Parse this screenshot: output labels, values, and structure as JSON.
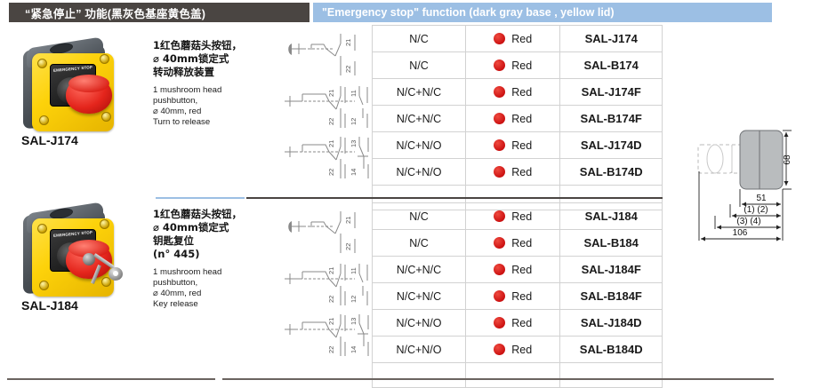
{
  "header": {
    "title_cn": "“紧急停止” 功能(黑灰色基座黄色盖)",
    "title_en": "\"Emergency stop\" function (dark gray base , yellow lid)",
    "dark_band_color": "#4a4542",
    "blue_band_color": "#9cbfe4"
  },
  "products": [
    {
      "code": "SAL-J174",
      "photo_label": "EMERGENCY STOP",
      "has_key": false,
      "desc_cn": "1红色蘑菇头按钮，\n⌀ 40mm锁定式\n转动释放装置",
      "desc_en": "1 mushroom head\npushbutton,\n⌀ 40mm, red\nTurn to release",
      "diagrams": [
        {
          "contacts": [
            "21",
            "22"
          ],
          "type": "nc"
        },
        {
          "contacts": [
            "21",
            "22",
            "11",
            "12"
          ],
          "type": "nc-nc"
        },
        {
          "contacts": [
            "21",
            "22",
            "13",
            "14"
          ],
          "type": "nc-no"
        }
      ],
      "rows": [
        {
          "contact": "N/C",
          "color": "Red",
          "code": "SAL-J174"
        },
        {
          "contact": "N/C",
          "color": "Red",
          "code": "SAL-B174"
        },
        {
          "contact": "N/C+N/C",
          "color": "Red",
          "code": "SAL-J174F"
        },
        {
          "contact": "N/C+N/C",
          "color": "Red",
          "code": "SAL-B174F"
        },
        {
          "contact": "N/C+N/O",
          "color": "Red",
          "code": "SAL-J174D"
        },
        {
          "contact": "N/C+N/O",
          "color": "Red",
          "code": "SAL-B174D"
        }
      ]
    },
    {
      "code": "SAL-J184",
      "photo_label": "EMERGENCY STOP",
      "has_key": true,
      "desc_cn": "1红色蘑菇头按钮，\n⌀ 40mm锁定式\n钥匙复位\n(n°  445)",
      "desc_en": "1 mushroom head\npushbutton,\n⌀ 40mm, red\nKey release",
      "diagrams": [
        {
          "contacts": [
            "21",
            "22"
          ],
          "type": "nc"
        },
        {
          "contacts": [
            "21",
            "22",
            "11",
            "12"
          ],
          "type": "nc-nc"
        },
        {
          "contacts": [
            "21",
            "22",
            "13",
            "14"
          ],
          "type": "nc-no"
        }
      ],
      "rows": [
        {
          "contact": "N/C",
          "color": "Red",
          "code": "SAL-J184"
        },
        {
          "contact": "N/C",
          "color": "Red",
          "code": "SAL-B184"
        },
        {
          "contact": "N/C+N/C",
          "color": "Red",
          "code": "SAL-J184F"
        },
        {
          "contact": "N/C+N/C",
          "color": "Red",
          "code": "SAL-B184F"
        },
        {
          "contact": "N/C+N/O",
          "color": "Red",
          "code": "SAL-J184D"
        },
        {
          "contact": "N/C+N/O",
          "color": "Red",
          "code": "SAL-B184D"
        }
      ]
    }
  ],
  "dimension_drawing": {
    "height": "68",
    "width_body": "51",
    "label_12": "(1) (2)",
    "label_34": "(3) (4)",
    "total": "106"
  },
  "colors": {
    "red_dot": "#cc1111",
    "lid_yellow": "#fdd20a",
    "base_gray": "#474d53",
    "table_border": "#d2d2d2"
  }
}
